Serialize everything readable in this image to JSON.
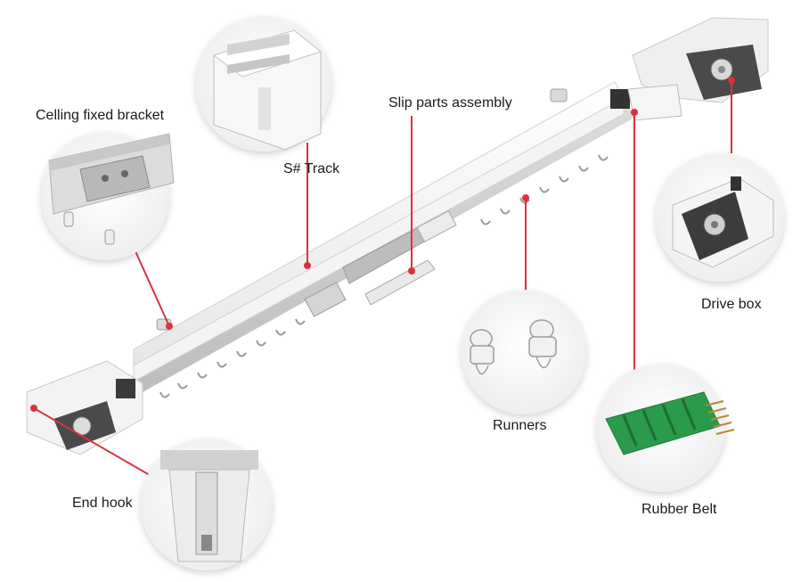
{
  "labels": {
    "ceiling_bracket": "Celling fixed bracket",
    "track": "S# Track",
    "slip_parts": "Slip parts assembly",
    "drive_box": "Drive box",
    "runners": "Runners",
    "rubber_belt": "Rubber Belt",
    "end_hook": "End hook"
  },
  "colors": {
    "leader_line": "#d9323f",
    "track_body": "#f2f2f2",
    "track_shadow": "#cfcfcf",
    "belt": "#2a9b4a",
    "dark_part": "#3a3a3a"
  },
  "icons": [
    "track-profile-icon",
    "ceiling-bracket-icon",
    "drive-box-icon",
    "runner-icon",
    "rubber-belt-icon",
    "end-hook-icon"
  ]
}
